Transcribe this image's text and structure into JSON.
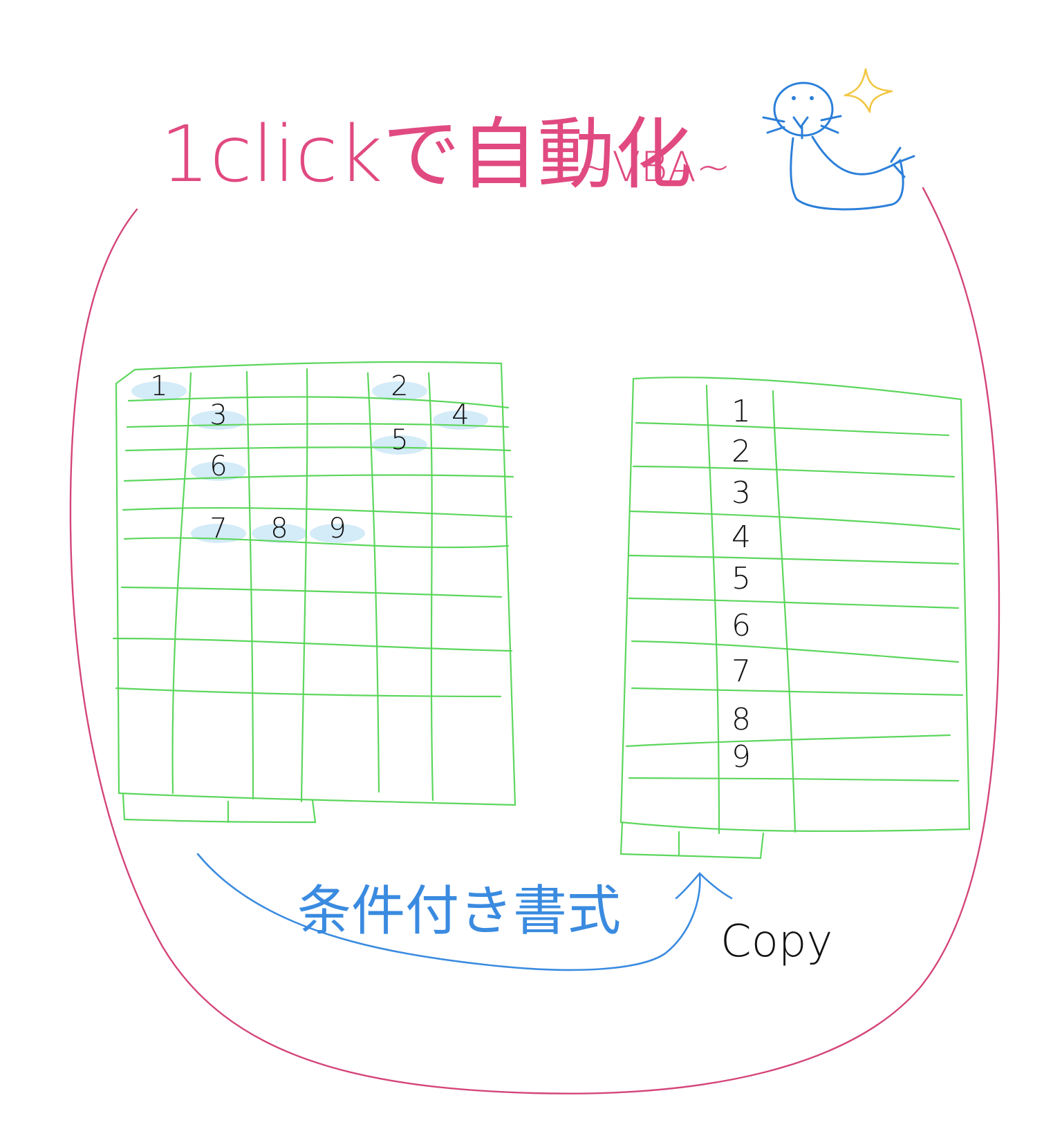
{
  "title": {
    "main": "1clickで自動化",
    "subtitle": "~VBA~",
    "color": "#e04a80"
  },
  "source_grid": {
    "highlighted_cells": [
      {
        "value": "1",
        "row": 1,
        "col": 1
      },
      {
        "value": "2",
        "row": 1,
        "col": 5
      },
      {
        "value": "3",
        "row": 2,
        "col": 2
      },
      {
        "value": "4",
        "row": 2,
        "col": 6
      },
      {
        "value": "5",
        "row": 3,
        "col": 5
      },
      {
        "value": "6",
        "row": 4,
        "col": 2
      },
      {
        "value": "7",
        "row": 6,
        "col": 2
      },
      {
        "value": "8",
        "row": 6,
        "col": 3
      },
      {
        "value": "9",
        "row": 6,
        "col": 4
      }
    ],
    "line_color": "#5cd65c",
    "highlight_color": "#cde8f7"
  },
  "result_grid": {
    "values": [
      "1",
      "2",
      "3",
      "4",
      "5",
      "6",
      "7",
      "8",
      "9"
    ],
    "line_color": "#5cd65c"
  },
  "arrow": {
    "label": "条件付き書式",
    "color": "#3a8be0"
  },
  "copy_label": "Copy",
  "mascot_icon": "seal-icon",
  "sparkle_icon": "sparkle-icon",
  "colors": {
    "frame": "#d4457a",
    "mascot": "#2b7fd9",
    "sparkle": "#f2c744",
    "ink": "#111111"
  }
}
